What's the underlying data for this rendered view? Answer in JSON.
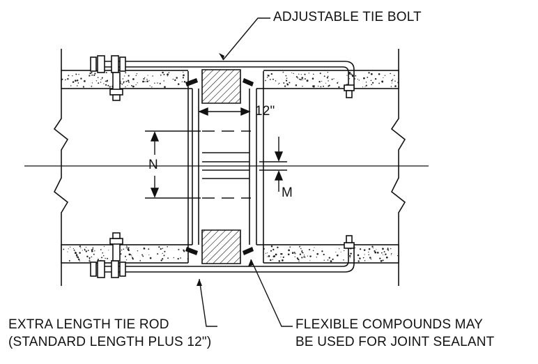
{
  "labels": {
    "adjustable_tie_bolt": "ADJUSTABLE TIE BOLT",
    "dim_12": "12\"",
    "dim_n": "N",
    "dim_m": "M",
    "tie_rod_line1": "EXTRA LENGTH TIE ROD",
    "tie_rod_line2": "(STANDARD LENGTH PLUS 12\")",
    "sealant_line1": "FLEXIBLE COMPOUNDS MAY",
    "sealant_line2": "BE USED FOR JOINT SEALANT"
  },
  "colors": {
    "line": "#111111",
    "concrete_fill": "#ffffff",
    "speckle": "#222222"
  }
}
